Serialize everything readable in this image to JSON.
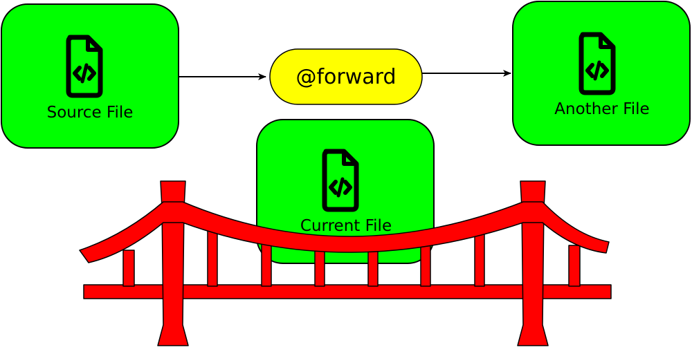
{
  "colors": {
    "file_node": "#00ff00",
    "keyword_node": "#ffff00",
    "bridge": "#ff0000",
    "stroke": "#000000",
    "background": "#ffffff"
  },
  "nodes": {
    "source_file": {
      "label": "Source File",
      "icon": "code-file-icon"
    },
    "forward": {
      "label": "@forward"
    },
    "another_file": {
      "label": "Another File",
      "icon": "code-file-icon"
    },
    "current_file": {
      "label": "Current File",
      "icon": "code-file-icon"
    }
  },
  "decorations": {
    "bridge": {
      "icon": "suspension-bridge-icon"
    }
  },
  "edges": [
    {
      "from": "Source File",
      "to": "@forward"
    },
    {
      "from": "@forward",
      "to": "Another File"
    }
  ]
}
